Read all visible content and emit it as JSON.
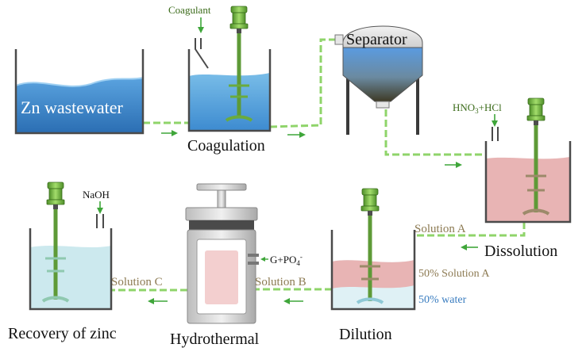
{
  "units": {
    "wastewater": "Zn wastewater",
    "coagulation": "Coagulation",
    "separator": "Separator",
    "dissolution": "Dissolution",
    "dilution": "Dilution",
    "hydrothermal": "Hydrothermal",
    "recovery": "Recovery of zinc"
  },
  "reagents": {
    "coagulant": "Coagulant",
    "acid_base": "HNO",
    "acid_sub": "3",
    "acid_rest": "+HCl",
    "naoh": "NaOH",
    "gpo_base": "G+PO",
    "gpo_sub": "4",
    "gpo_sup": "-"
  },
  "streams": {
    "solution_a": "Solution A",
    "solution_b": "Solution B",
    "solution_c": "Solution C"
  },
  "mixture": {
    "upper": "50% Solution A",
    "lower": "50% water"
  },
  "colors": {
    "pipe": "#8fd46a",
    "arrow": "#3fa63a",
    "reagent_text": "#3b6b1a",
    "solution_text": "#8c7a52",
    "water_text": "#3a7dc0",
    "motor_green": "#7ec04a",
    "water_blue": "#3a86c8",
    "pink_liquid": "#e8b4b4",
    "light_cyan": "#cce9ee"
  }
}
